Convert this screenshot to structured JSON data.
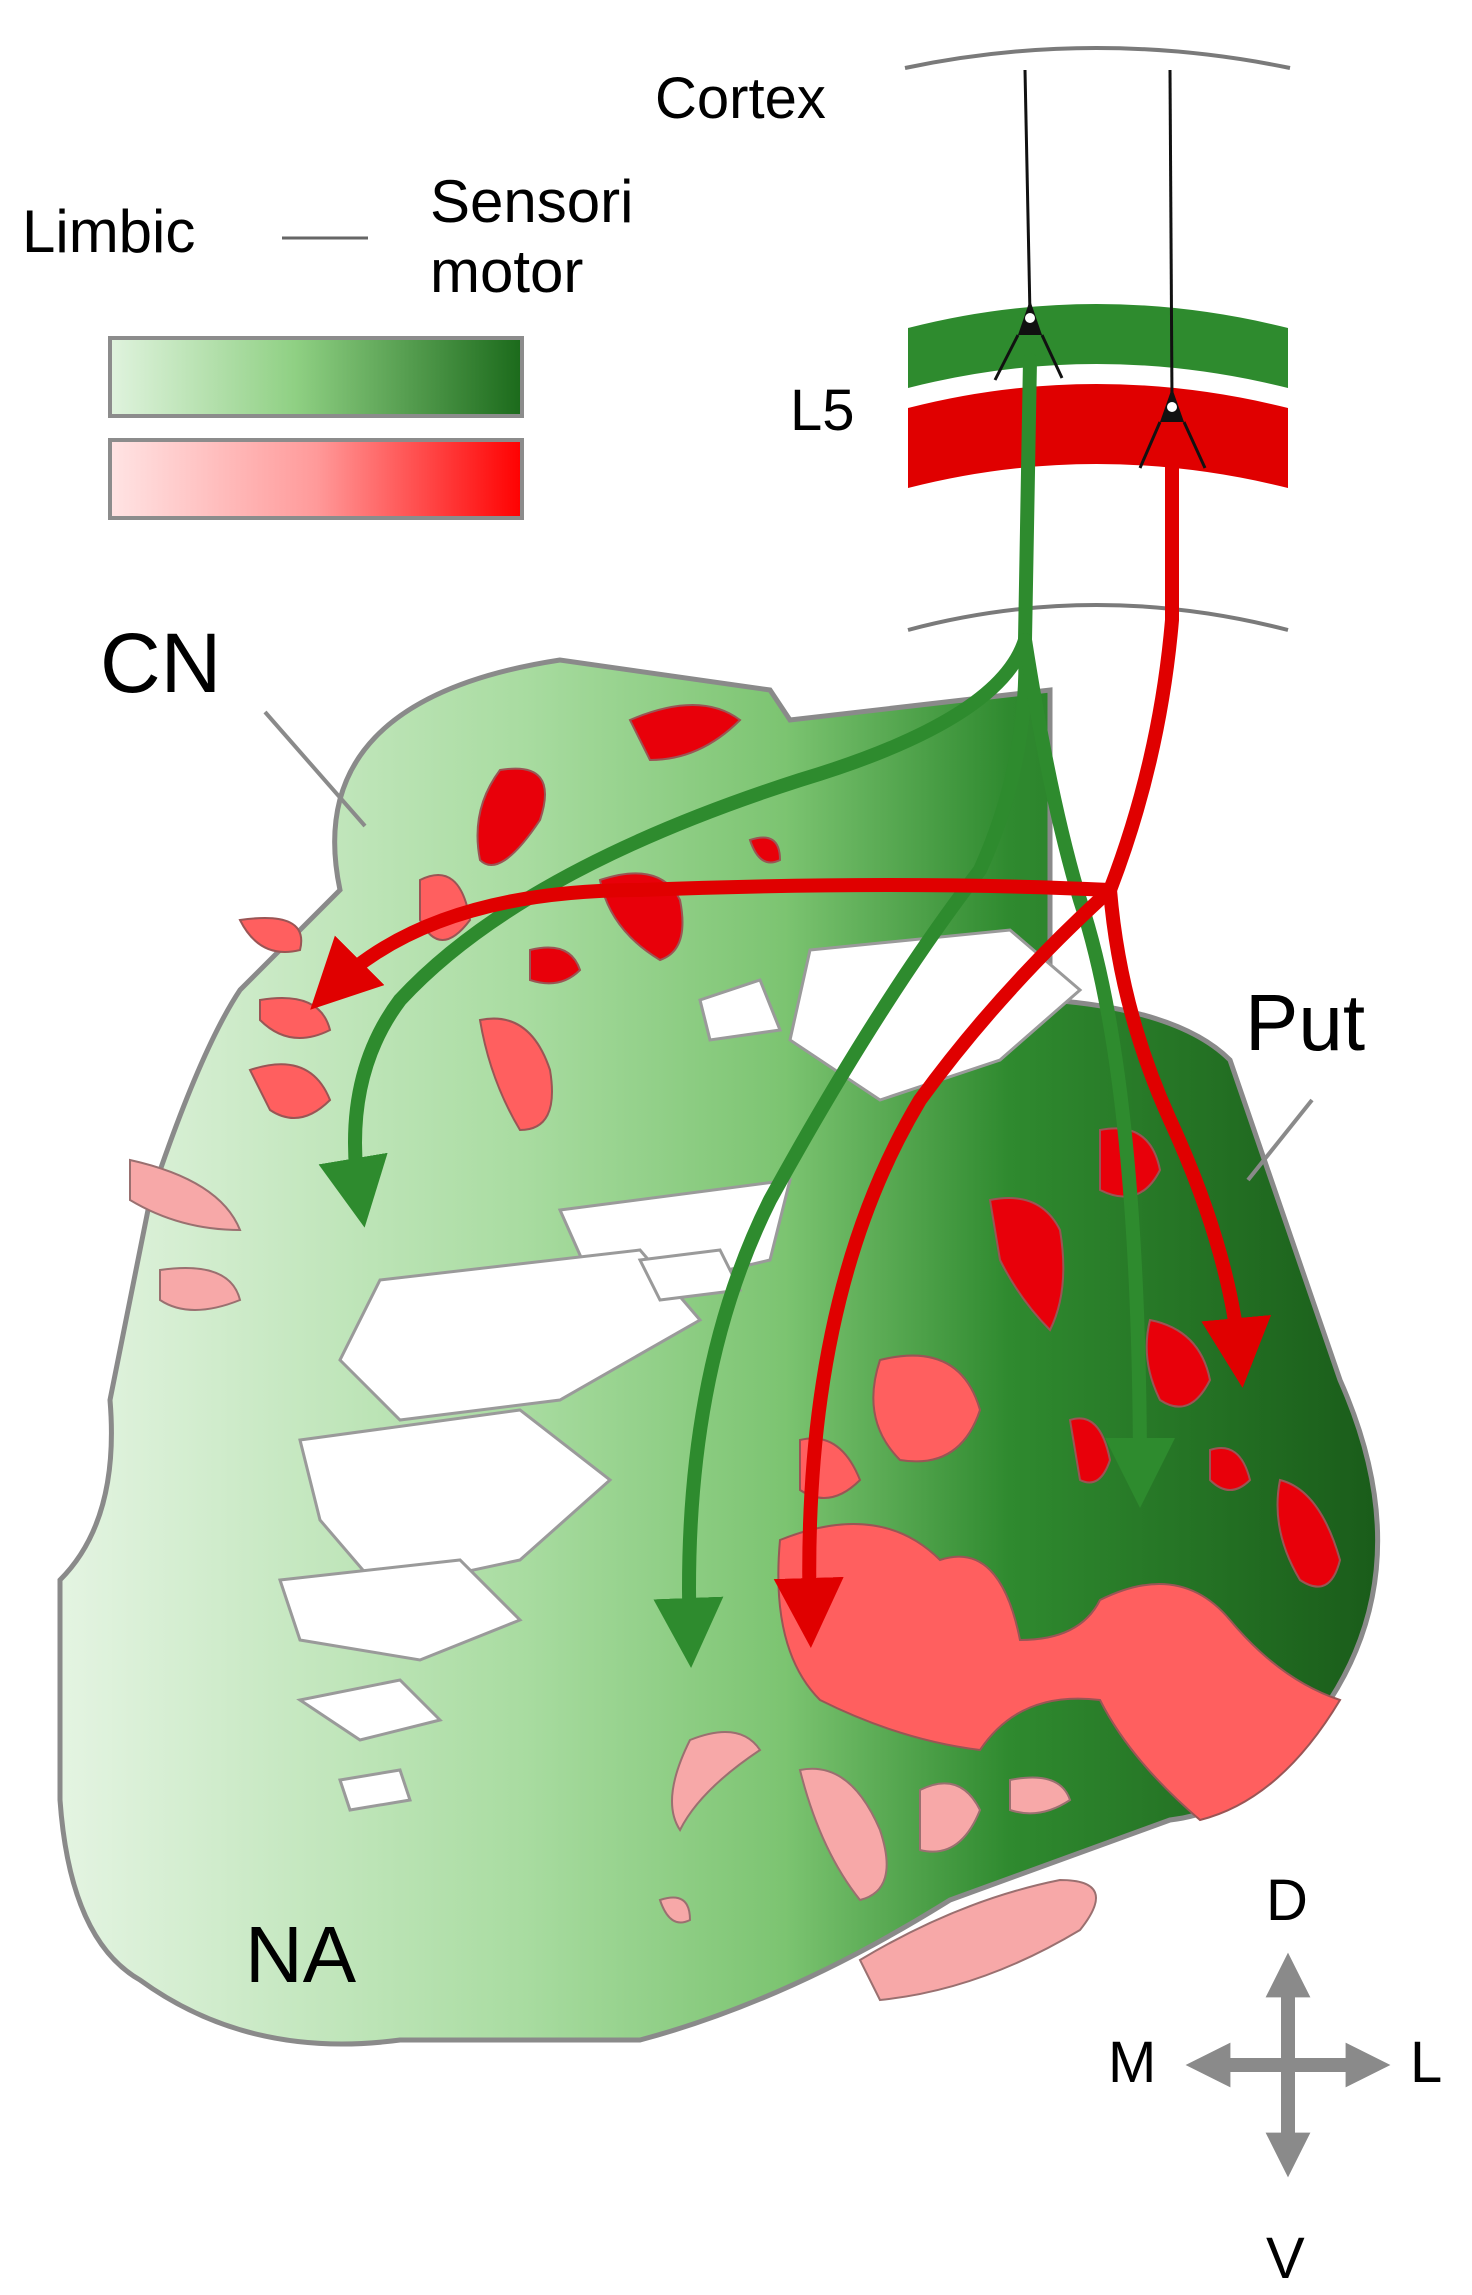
{
  "labels": {
    "cortex": "Cortex",
    "l5": "L5",
    "limbic": "Limbic",
    "sensorimotor_line1": "Sensori",
    "sensorimotor_line2": "motor",
    "cn": "CN",
    "put": "Put",
    "na": "NA"
  },
  "compass": {
    "d": "D",
    "v": "V",
    "m": "M",
    "l": "L"
  },
  "colors": {
    "green_light": "#d8efd6",
    "green_mid": "#8fcf86",
    "green_dark": "#1f6b1f",
    "green_arrow": "#2e8b2e",
    "red_light": "#ffd6d6",
    "red_mid": "#ff6060",
    "red_strong": "#e00000",
    "red_patch_dark": "#e8000a",
    "red_patch_light": "#f4a0a0",
    "outline": "#888888",
    "compass": "#888888"
  },
  "icons": [
    "neuron-icon",
    "compass-arrows-icon"
  ]
}
